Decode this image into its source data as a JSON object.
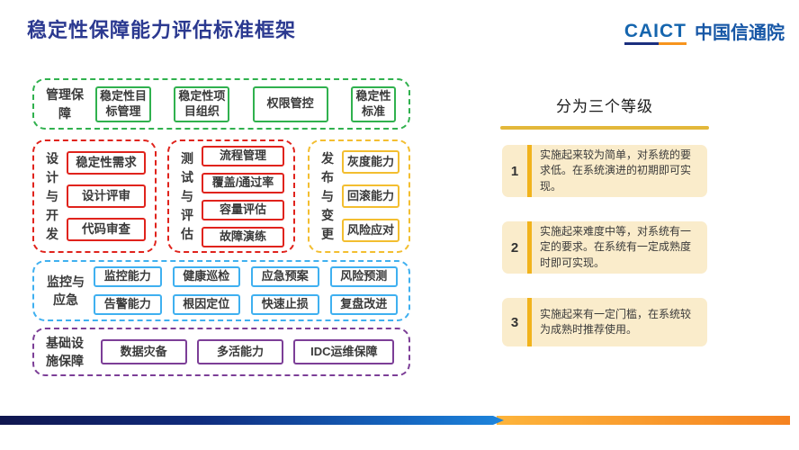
{
  "header": {
    "title": "稳定性保障能力评估标准框架",
    "logo": {
      "brand": "CAICT",
      "name": "中国信通院"
    }
  },
  "framework": {
    "groups": [
      {
        "id": "management",
        "label": "管理保障",
        "items": [
          "稳定性目标管理",
          "稳定性项目组织",
          "权限管控",
          "稳定性标准"
        ]
      },
      {
        "id": "design-dev",
        "label": "设计与开发",
        "items": [
          "稳定性需求",
          "设计评审",
          "代码审查"
        ]
      },
      {
        "id": "test-eval",
        "label": "测试与评估",
        "items": [
          "流程管理",
          "覆盖/通过率",
          "容量评估",
          "故障演练"
        ]
      },
      {
        "id": "release-change",
        "label": "发布与变更",
        "items": [
          "灰度能力",
          "回滚能力",
          "风险应对"
        ]
      },
      {
        "id": "monitor-emergency",
        "label": "监控与应急",
        "items": [
          "监控能力",
          "健康巡检",
          "应急预案",
          "风险预测",
          "告警能力",
          "根因定位",
          "快速止损",
          "复盘改进"
        ]
      },
      {
        "id": "infrastructure",
        "label": "基础设施保障",
        "items": [
          "数据灾备",
          "多活能力",
          "IDC运维保障"
        ]
      }
    ]
  },
  "levels": {
    "heading": "分为三个等级",
    "items": [
      {
        "num": "1",
        "text": "实施起来较为简单，对系统的要求低。在系统演进的初期即可实现。"
      },
      {
        "num": "2",
        "text": "实施起来难度中等，对系统有一定的要求。在系统有一定成熟度时即可实现。"
      },
      {
        "num": "3",
        "text": "实施起来有一定门槛，在系统较为成熟时推荐使用。"
      }
    ]
  },
  "palette": {
    "title_navy": "#2B3990",
    "green": "#30B14E",
    "red": "#E0231C",
    "yellow": "#F3BE30",
    "blue": "#3FB0F0",
    "purple": "#7C3E97",
    "card_bg": "#FAECCB",
    "gold_bar": "#F1B31C",
    "underline_gold": "#E3B83A",
    "logo_blue": "#1565AE",
    "logo_orange": "#F7941D"
  }
}
